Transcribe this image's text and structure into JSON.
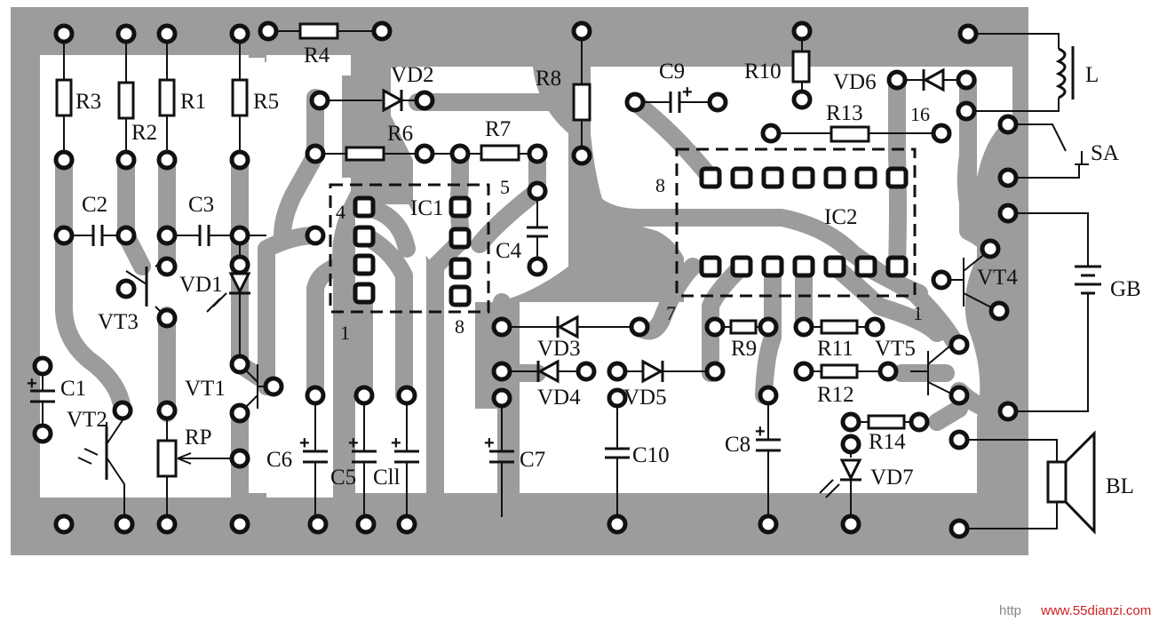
{
  "colors": {
    "copper": "#9c9c9c",
    "board": "#ffffff",
    "ink": "#111111",
    "watermark": "#cc2222"
  },
  "components": {
    "r1": "R1",
    "r2": "R2",
    "r3": "R3",
    "r4": "R4",
    "r5": "R5",
    "r6": "R6",
    "r7": "R7",
    "r8": "R8",
    "r9": "R9",
    "r10": "R10",
    "r11": "R11",
    "r12": "R12",
    "r13": "R13",
    "r14": "R14",
    "rp": "RP",
    "c1": "C1",
    "c2": "C2",
    "c3": "C3",
    "c4": "C4",
    "c5": "C5",
    "c6": "C6",
    "c7": "C7",
    "c8": "C8",
    "c9": "C9",
    "c10": "C10",
    "c11": "Cll",
    "vd1": "VD1",
    "vd2": "VD2",
    "vd3": "VD3",
    "vd4": "VD4",
    "vd5": "VD5",
    "vd6": "VD6",
    "vd7": "VD7",
    "vt1": "VT1",
    "vt2": "VT2",
    "vt3": "VT3",
    "vt4": "VT4",
    "vt5": "VT5",
    "ic1": "IC1",
    "ic2": "IC2",
    "l": "L",
    "sa": "SA",
    "gb": "GB",
    "bl": "BL"
  },
  "pins": {
    "ic1_1": "1",
    "ic1_4": "4",
    "ic1_5": "5",
    "ic1_8": "8",
    "ic2_1": "1",
    "ic2_7": "7",
    "ic2_8": "8",
    "ic2_16": "16"
  },
  "polarity": {
    "plus": "+"
  },
  "watermark": {
    "prefix": "http",
    "site": "www.55dianzi.com"
  }
}
